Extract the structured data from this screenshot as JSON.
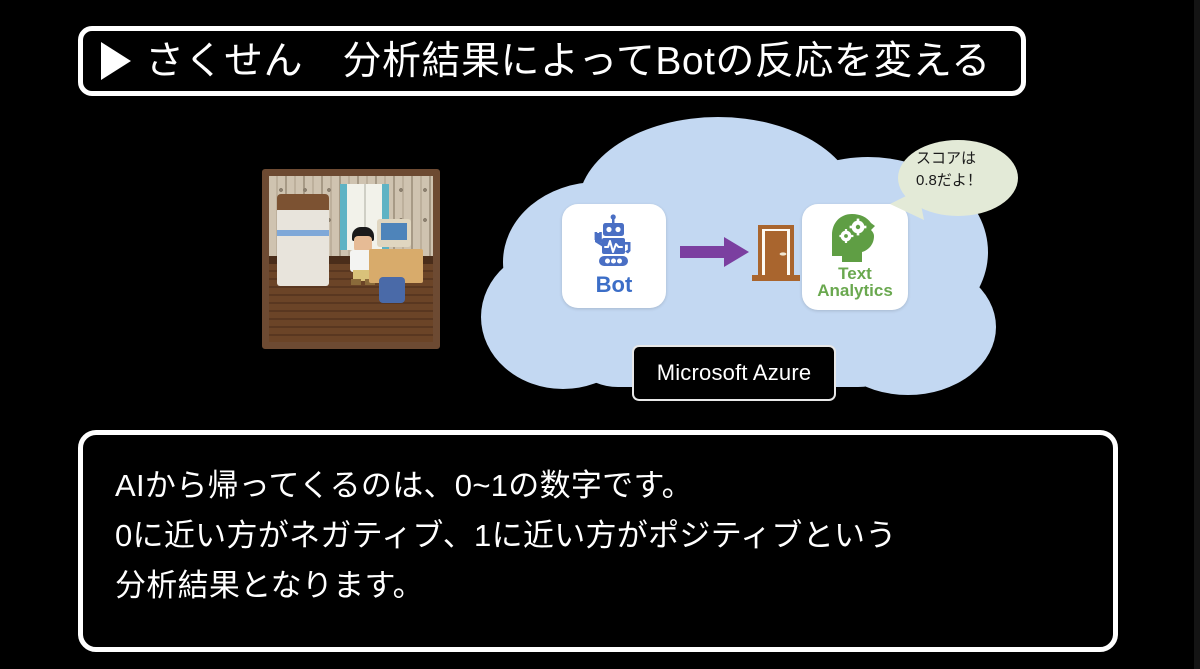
{
  "slide": {
    "background_color": "#000000",
    "title": {
      "marker_icon": "play-triangle-icon",
      "text": "さくせん　分析結果によってBotの反応を変える"
    },
    "room_illustration": {
      "alt_name": "pixel-art-bedroom",
      "elements": [
        "bed",
        "window",
        "character",
        "desk",
        "monitor",
        "chair"
      ]
    },
    "diagram": {
      "cloud_label": "Microsoft Azure",
      "cloud_color": "#c3d8f2",
      "bot_card": {
        "icon": "robot-icon",
        "label": "Bot",
        "color": "#3c6ec7"
      },
      "arrow": {
        "icon": "arrow-right-icon",
        "color": "#7b3fa0"
      },
      "door": {
        "icon": "door-icon",
        "color": "#a9652e"
      },
      "text_analytics_card": {
        "icon": "head-gears-icon",
        "label_line1": "Text",
        "label_line2": "Analytics",
        "color": "#6aa84f"
      },
      "speech_bubble": {
        "text": "スコアは\n0.8だよ！",
        "fill_color": "#e3ead7"
      }
    },
    "caption": {
      "line1": "AIから帰ってくるのは、0~1の数字です。",
      "line2": "0に近い方がネガティブ、1に近い方がポジティブという",
      "line3": "分析結果となります。"
    }
  }
}
